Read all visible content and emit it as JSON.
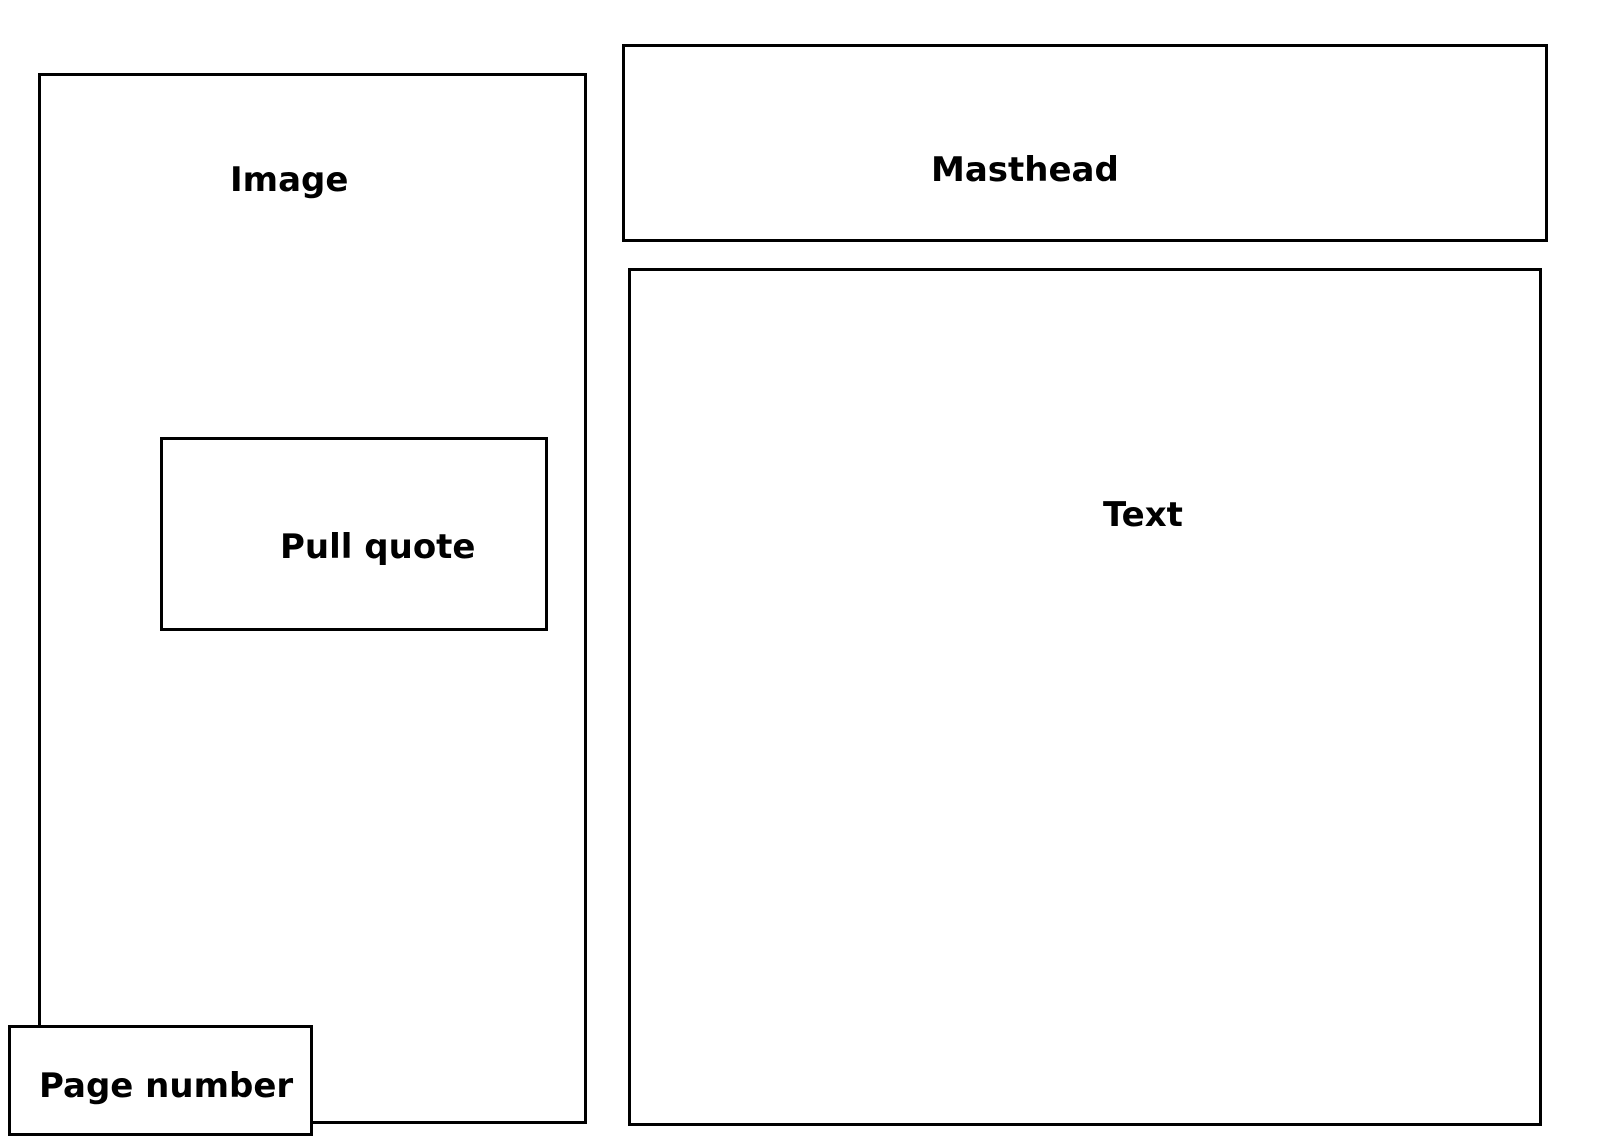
{
  "layout_blocks": {
    "image": {
      "label": "Image"
    },
    "pull_quote": {
      "label": "Pull quote"
    },
    "page_number": {
      "label": "Page number"
    },
    "masthead": {
      "label": "Masthead"
    },
    "text": {
      "label": "Text"
    }
  }
}
